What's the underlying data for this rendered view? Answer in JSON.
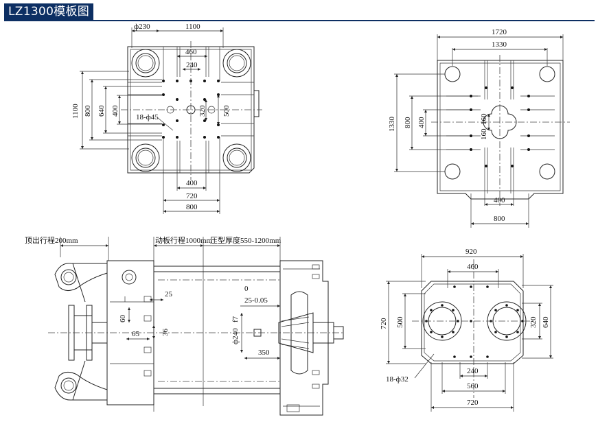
{
  "title": "LZ1300模板图",
  "views": {
    "moving_platen": {
      "dims": {
        "bar_dia": "ф230",
        "w_1100": "1100",
        "w_460": "460",
        "w_240": "240",
        "h_1100": "1100",
        "h_800": "800",
        "h_640": "640",
        "h_400": "400",
        "holes": "18-ф45",
        "h_320": "320",
        "h_500": "500",
        "b_400": "400",
        "b_720": "720",
        "b_800": "800"
      }
    },
    "fixed_platen": {
      "dims": {
        "w_1720": "1720",
        "w_1330": "1330",
        "h_1330": "1330",
        "h_800": "800",
        "h_400": "400",
        "h_160": "160",
        "h_160b": "160",
        "b_400": "400",
        "b_800": "800"
      }
    },
    "side_view": {
      "dims": {
        "ejector_stroke": "顶出行程200mm",
        "platen_stroke": "动板行程1000mm",
        "mould_thickness": "压型厚度550-1200mm",
        "d25": "25",
        "d60": "60",
        "d65": "65",
        "d36": "36",
        "d0": "0",
        "tol": "25-0.05",
        "bore": "ф240",
        "bore_tol": "f7",
        "d350": "350"
      }
    },
    "ejector_plate": {
      "dims": {
        "w_920": "920",
        "w_460": "460",
        "h_720": "720",
        "h_500": "500",
        "h_320": "320",
        "h_640": "640",
        "holes": "18-ф32",
        "b_240": "240",
        "b_560": "560",
        "b_720": "720"
      }
    }
  }
}
